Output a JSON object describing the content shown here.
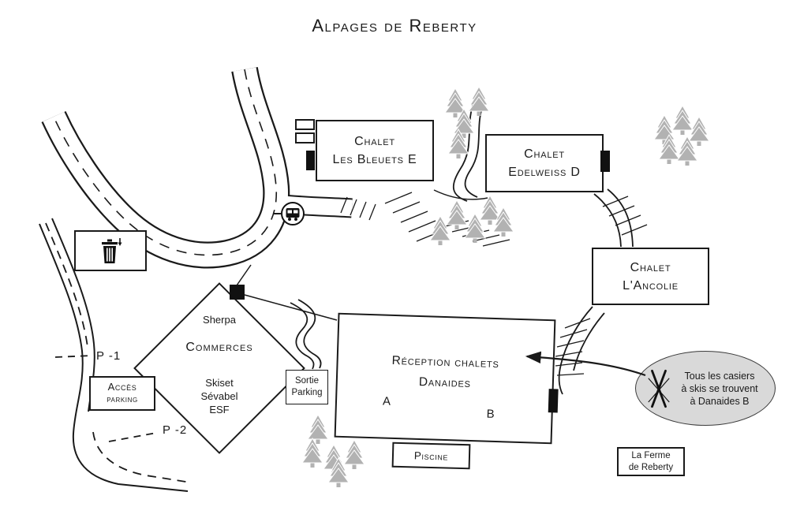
{
  "title": "Alpages de Reberty",
  "buildings": {
    "bleuets": {
      "line1": "Chalet",
      "line2": "Les Bleuets E"
    },
    "edelweiss": {
      "line1": "Chalet",
      "line2": "Edelweiss D"
    },
    "ancolie": {
      "line1": "Chalet",
      "line2": "L'Ancolie"
    },
    "danaides": {
      "line1": "Réception chalets",
      "line2": "Danaides",
      "unit_a": "A",
      "unit_b": "B"
    },
    "piscine": {
      "label": "Piscine"
    },
    "ferme_reberty": {
      "line1": "La Ferme",
      "line2": "de Reberty"
    }
  },
  "commerces": {
    "tenant_top": "Sherpa",
    "name": "Commerces",
    "tenant1": "Skiset",
    "tenant2": "Sévabel",
    "tenant3": "ESF"
  },
  "parking": {
    "acces": {
      "line1": "Accès",
      "line2": "parking"
    },
    "sortie": {
      "line1": "Sortie",
      "line2": "Parking"
    },
    "level1": "P -1",
    "level2": "P -2"
  },
  "note_bubble": {
    "line1": "Tous les casiers",
    "line2": "à skis se trouvent",
    "line3": "à Danaides B"
  },
  "icons": {
    "bus_stop": "bus-stop-icon",
    "waste_disposal": "trash-icon",
    "ski_lockers": "crossed-skis-icon",
    "tree": "pine-tree-icon"
  },
  "colors": {
    "ink": "#1a1a1a",
    "tree": "#b2b2b2",
    "bubble_fill": "#d9d9d9"
  }
}
